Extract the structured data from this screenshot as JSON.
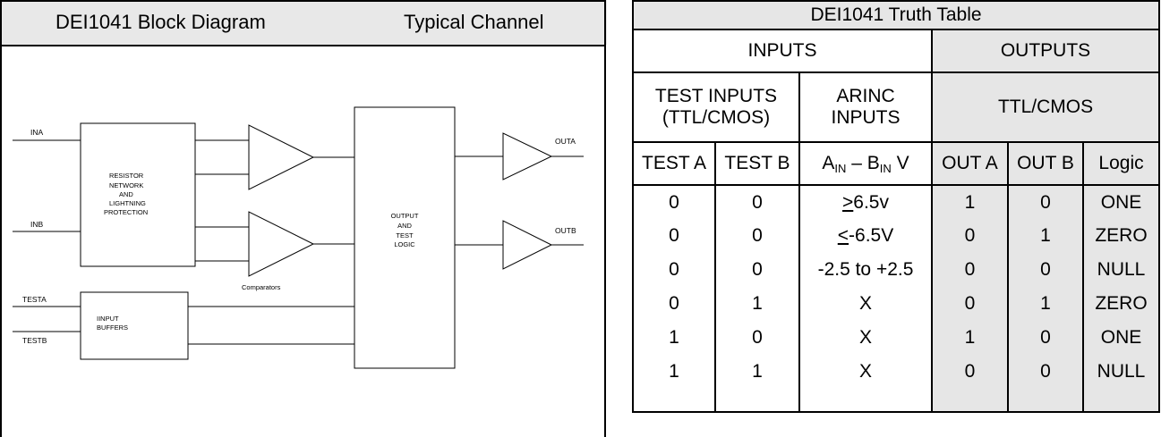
{
  "block_diagram": {
    "title": "DEI1041 Block Diagram",
    "subtitle": "Typical Channel",
    "pins": {
      "ina": "INA",
      "inb": "INB",
      "testa": "TESTA",
      "testb": "TESTB",
      "outa": "OUTA",
      "outb": "OUTB"
    },
    "resistor_block": [
      "RESISTOR",
      "NETWORK",
      "AND",
      "LIGHTNING",
      "PROTECTION"
    ],
    "input_buffers_block": [
      "IINPUT",
      "BUFFERS"
    ],
    "logic_block": [
      "OUTPUT",
      "AND",
      "TEST",
      "LOGIC"
    ],
    "comparators_label": "Comparators"
  },
  "truth_table": {
    "title": "DEI1041 Truth Table",
    "group_inputs": "INPUTS",
    "group_outputs": "OUTPUTS",
    "test_inputs_line1": "TEST INPUTS",
    "test_inputs_line2": "(TTL/CMOS)",
    "arinc_line1": "ARINC",
    "arinc_line2": "INPUTS",
    "ttl_cmos": "TTL/CMOS",
    "columns": {
      "test_a": "TEST A",
      "test_b": "TEST B",
      "a_letter": "A",
      "in_sub_1": "IN",
      "dash_b": " – B",
      "in_sub_2": "IN",
      "v_unit": " V",
      "out_a": "OUT A",
      "out_b": "OUT B",
      "logic": "Logic"
    },
    "rows": [
      {
        "test_a": "0",
        "test_b": "0",
        "arinc_sym": ">",
        "arinc_val": "6.5v",
        "out_a": "1",
        "out_b": "0",
        "logic": "ONE"
      },
      {
        "test_a": "0",
        "test_b": "0",
        "arinc_sym": "<",
        "arinc_val": "-6.5V",
        "out_a": "0",
        "out_b": "1",
        "logic": "ZERO"
      },
      {
        "test_a": "0",
        "test_b": "0",
        "arinc_sym": "",
        "arinc_val": "-2.5 to +2.5",
        "out_a": "0",
        "out_b": "0",
        "logic": "NULL"
      },
      {
        "test_a": "0",
        "test_b": "1",
        "arinc_sym": "",
        "arinc_val": "X",
        "out_a": "0",
        "out_b": "1",
        "logic": "ZERO"
      },
      {
        "test_a": "1",
        "test_b": "0",
        "arinc_sym": "",
        "arinc_val": "X",
        "out_a": "1",
        "out_b": "0",
        "logic": "ONE"
      },
      {
        "test_a": "1",
        "test_b": "1",
        "arinc_sym": "",
        "arinc_val": "X",
        "out_a": "0",
        "out_b": "0",
        "logic": "NULL"
      }
    ]
  },
  "colors": {
    "header_fill": "#e8e8e8",
    "output_shade": "#e6e6e6",
    "line": "#000000"
  }
}
